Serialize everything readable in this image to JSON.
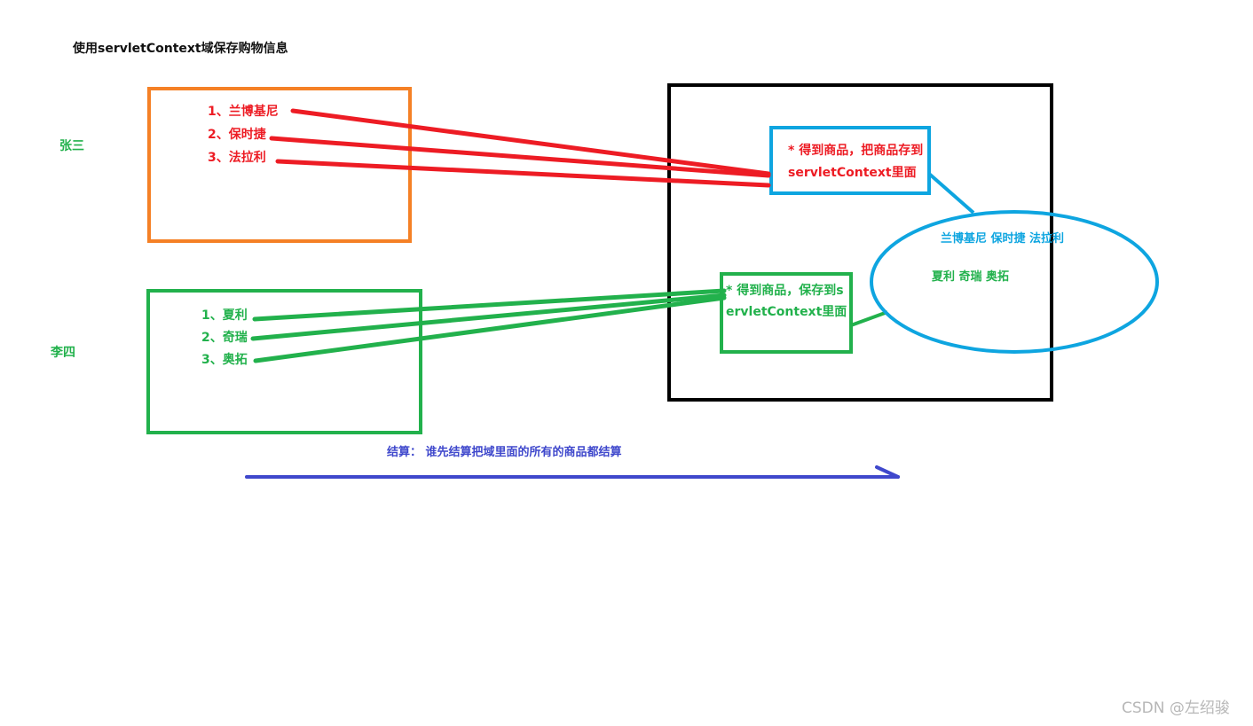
{
  "title": "使用servletContext域保存购物信息",
  "users": {
    "zhangsan": {
      "name": "张三",
      "items": [
        "1、兰博基尼",
        "2、保时捷",
        "3、法拉利"
      ]
    },
    "lisi": {
      "name": "李四",
      "items": [
        "1、夏利",
        "2、奇瑞",
        "3、奥拓"
      ]
    }
  },
  "servlet": {
    "zhangsan_lines": [
      "* 得到商品，把商品存到",
      "servletContext里面"
    ],
    "lisi_text": "* 得到商品，保存到servletContext里面"
  },
  "context_pool": {
    "line1": "兰博基尼 保时捷 法拉利",
    "line2": "夏利 奇瑞 奥拓"
  },
  "checkout": "结算：  谁先结算把域里面的所有的商品都结算",
  "watermark": "CSDN @左绍骏",
  "colors": {
    "zhangsan_box": "#f58025",
    "lisi": "#22b14c",
    "red": "#ed1c24",
    "blue": "#0ea5e0",
    "server_box": "#000000",
    "arrow": "#3f48cc"
  }
}
